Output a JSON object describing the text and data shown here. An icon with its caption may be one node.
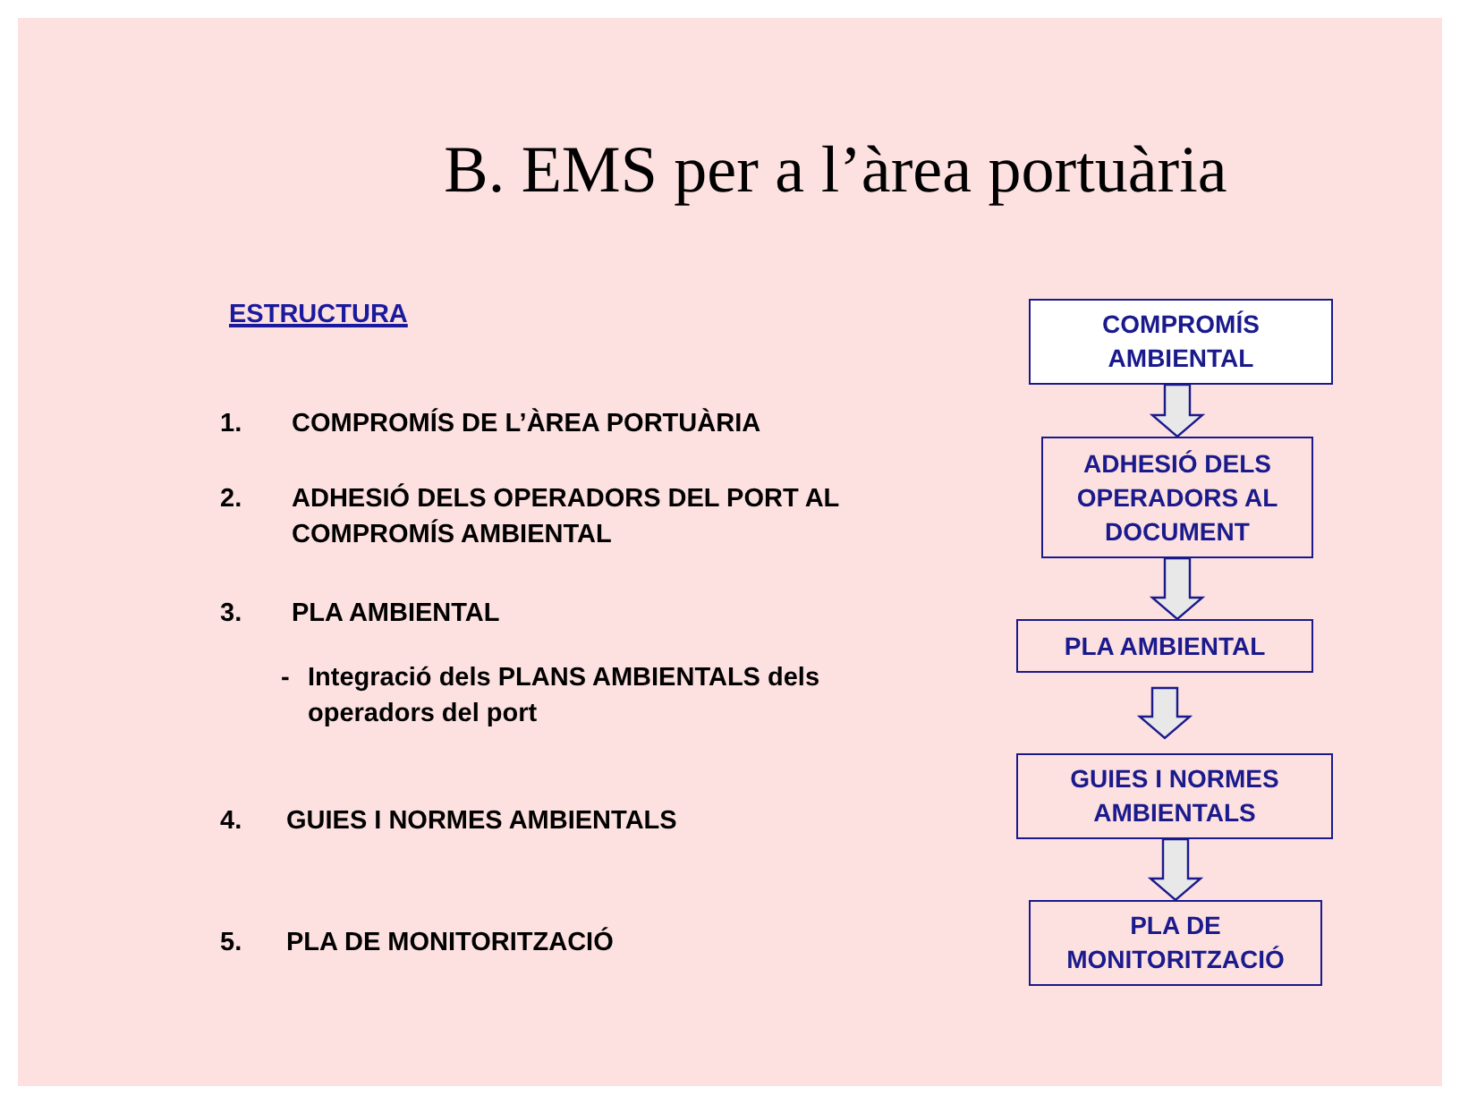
{
  "diagram": {
    "title": "B. EMS per a l’àrea portuària",
    "nodes": [
      {
        "text": [
          "COMPROMÍS AMBIENTAL"
        ]
      },
      {
        "text": [
          "ADHESIÓ DELS OPERADORS AL DOCUMENT"
        ]
      },
      {
        "text": [
          "PLA AMBIENTAL"
        ]
      },
      {
        "text": [
          "GUIES I NORMES AMBIENTALS"
        ]
      },
      {
        "text": [
          "PLA DE MONITORITZACIÓ"
        ]
      }
    ],
    "edges": [
      {
        "from": 0,
        "to": 1,
        "arrow": "to"
      },
      {
        "from": 1,
        "to": 2,
        "arrow": "to"
      },
      {
        "from": 2,
        "to": 3,
        "arrow": "to"
      },
      {
        "from": 3,
        "to": 4,
        "arrow": "to"
      }
    ],
    "labels": [
      "ESTRUCTURA",
      "1.",
      "COMPROMÍS DE L’ÀREA PORTUÀRIA",
      "2.",
      "ADHESIÓ DELS OPERADORS DEL PORT AL COMPROMÍS AMBIENTAL",
      "3.",
      "PLA AMBIENTAL",
      "-",
      "Integració dels PLANS AMBIENTALS dels operadors del port",
      "4.",
      "GUIES I NORMES AMBIENTALS",
      "5.",
      "PLA DE MONITORITZACIÓ"
    ]
  }
}
